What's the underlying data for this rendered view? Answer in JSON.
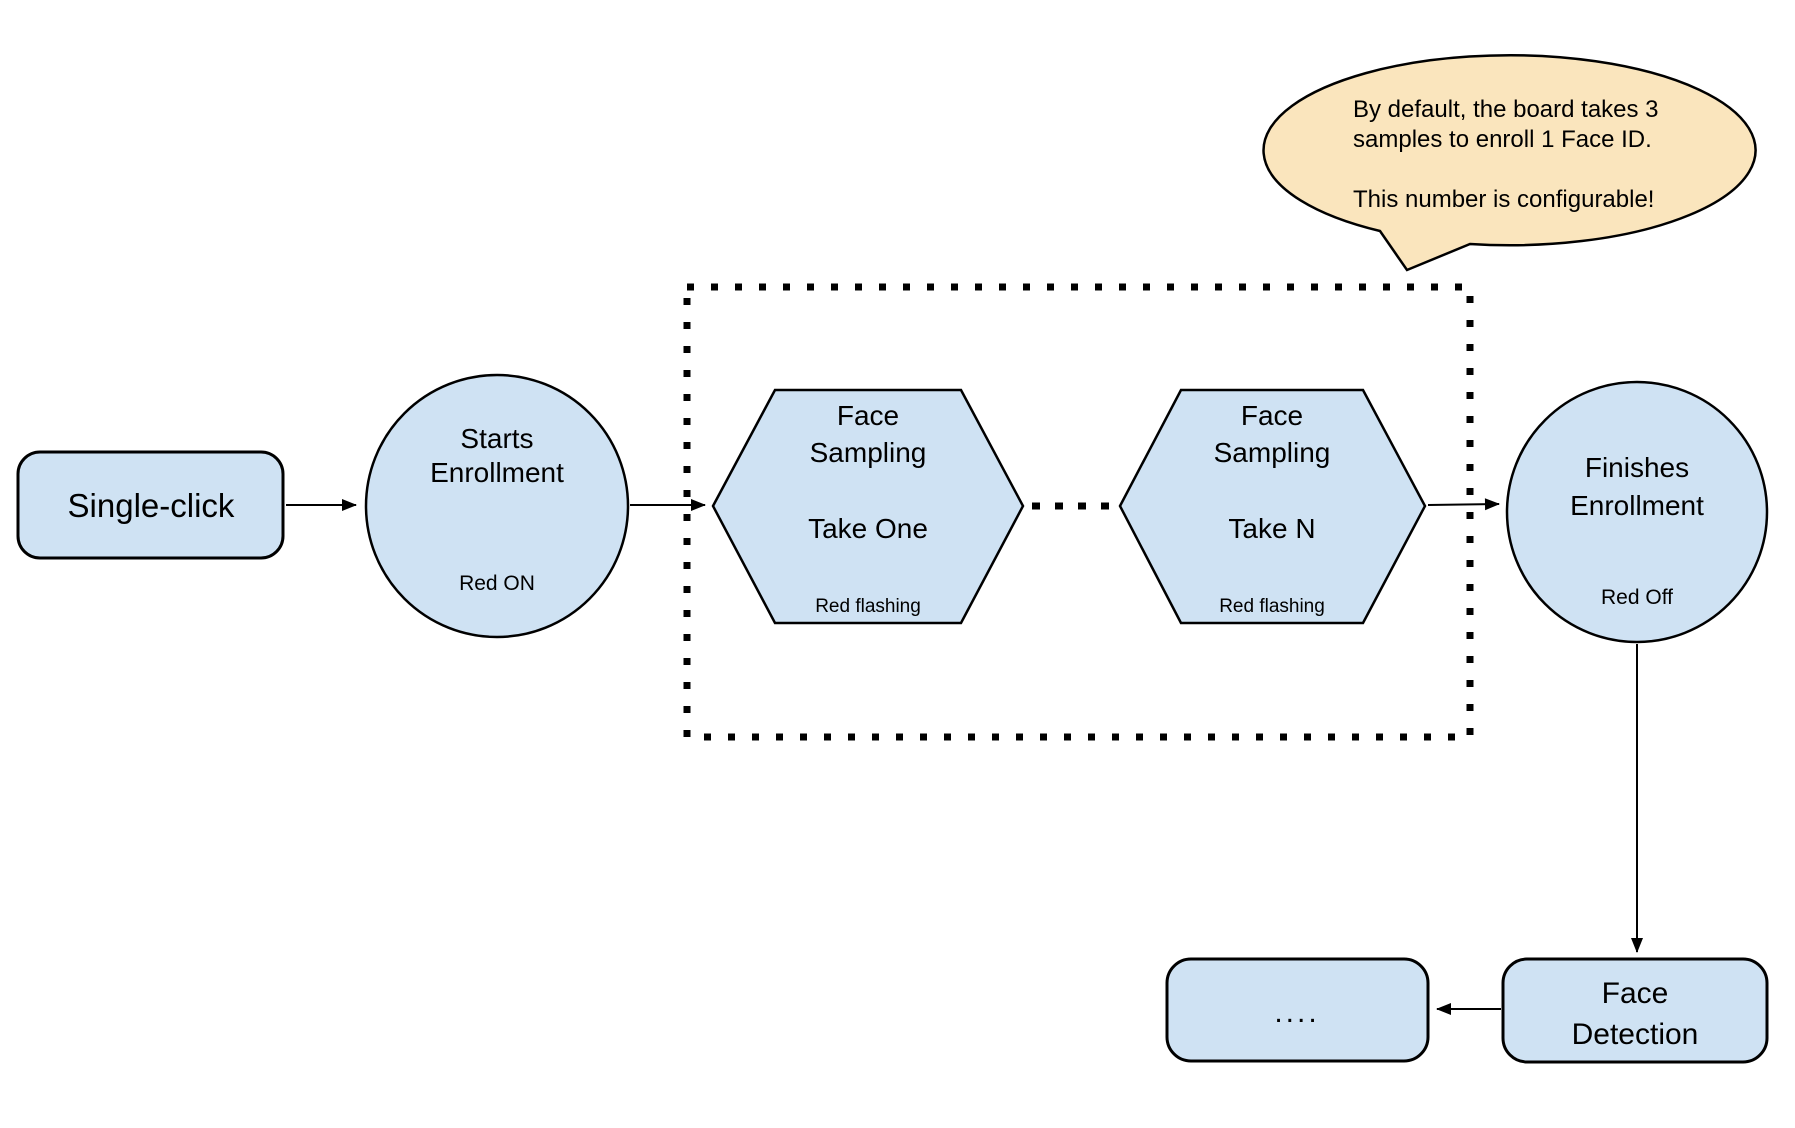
{
  "colors": {
    "node_fill": "#CFE2F3",
    "node_stroke": "#000000",
    "callout_fill": "#FAE5BD",
    "background": "#FFFFFF"
  },
  "nodes": {
    "single_click": {
      "label": "Single-click"
    },
    "starts_enrollment": {
      "line1": "Starts",
      "line2": "Enrollment",
      "status": "Red ON"
    },
    "sampling_take_one": {
      "line1": "Face",
      "line2": "Sampling",
      "line3": "Take One",
      "status": "Red flashing"
    },
    "sampling_take_n": {
      "line1": "Face",
      "line2": "Sampling",
      "line3": "Take N",
      "status": "Red flashing"
    },
    "finishes_enrollment": {
      "line1": "Finishes",
      "line2": "Enrollment",
      "status": "Red Off"
    },
    "face_detection": {
      "line1": "Face",
      "line2": "Detection"
    },
    "continuation": {
      "label": "...."
    }
  },
  "callout": {
    "line1": "By default, the board takes 3",
    "line2": "samples to enroll 1 Face ID.",
    "line3": "This number is configurable!"
  }
}
